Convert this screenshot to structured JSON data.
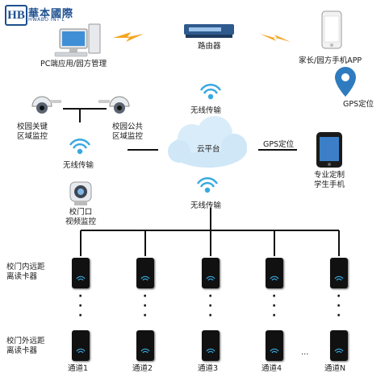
{
  "logo": {
    "mark": "HB",
    "name_cn": "華本國際",
    "name_en": "HWABO INT'L"
  },
  "nodes": {
    "pc": "PC端应用/园方管理",
    "router": "路由器",
    "parent_app": "家长/园方手机APP",
    "gps_top": "GPS定位",
    "wireless_top": "无线传输",
    "cam_key": [
      "校园关键",
      "区域监控"
    ],
    "cam_public": [
      "校园公共",
      "区域监控"
    ],
    "wireless_left": "无线传输",
    "cloud": "云平台",
    "gps_mid": "GPS定位",
    "student_phone": [
      "专业定制",
      "学生手机"
    ],
    "cam_gate": [
      "校门口",
      "视频监控"
    ],
    "wireless_bottom": "无线传输",
    "reader_inner": [
      "校门内远距",
      "离读卡器"
    ],
    "reader_outer": [
      "校门外远距",
      "离读卡器"
    ],
    "ellipsis": "…"
  },
  "channels": [
    "通道1",
    "通道2",
    "通道3",
    "通道4",
    "通道N"
  ],
  "colors": {
    "accent": "#1d4f8f",
    "wifi": "#3aa9e0",
    "bolt": "#f5a623",
    "cloud": "#cfe7f7",
    "gps": "#2f7bbf"
  }
}
